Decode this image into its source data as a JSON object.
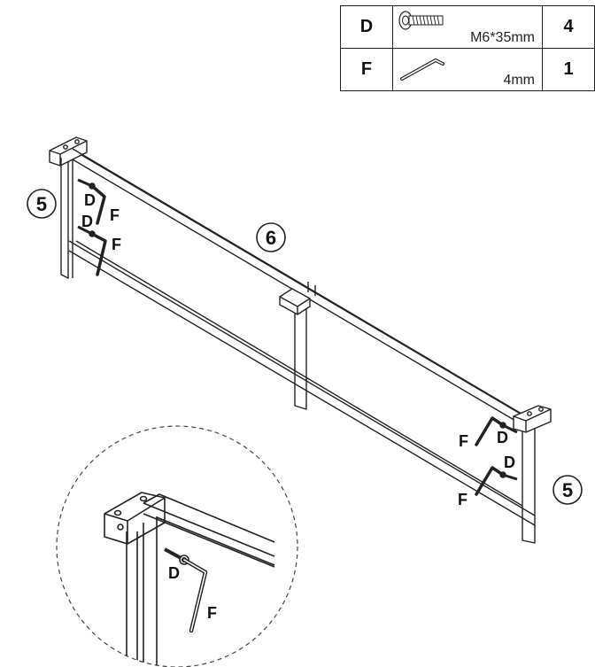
{
  "parts_table": {
    "rows": [
      {
        "letter": "D",
        "spec": "M6*35mm",
        "qty": "4",
        "icon": "bolt-icon"
      },
      {
        "letter": "F",
        "spec": "4mm",
        "qty": "1",
        "icon": "allen-key-icon"
      }
    ]
  },
  "callouts": {
    "left_post": "5",
    "right_post": "5",
    "rail": "6"
  },
  "labels": {
    "bolt": "D",
    "key": "F"
  }
}
